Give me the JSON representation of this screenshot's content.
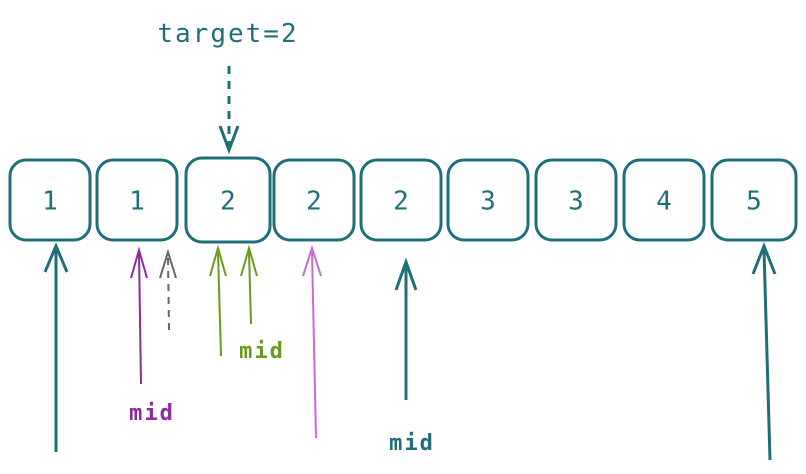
{
  "target_label": "target=2",
  "array": {
    "cells": [
      "1",
      "1",
      "2",
      "2",
      "2",
      "3",
      "3",
      "4",
      "5"
    ]
  },
  "mid_labels": [
    "mid",
    "mid",
    "mid"
  ],
  "colors": {
    "teal": "#1f6f78",
    "purple": "#8e2a9f",
    "green": "#6b9a1e",
    "gray": "#666666",
    "pink": "#c86ad6"
  }
}
